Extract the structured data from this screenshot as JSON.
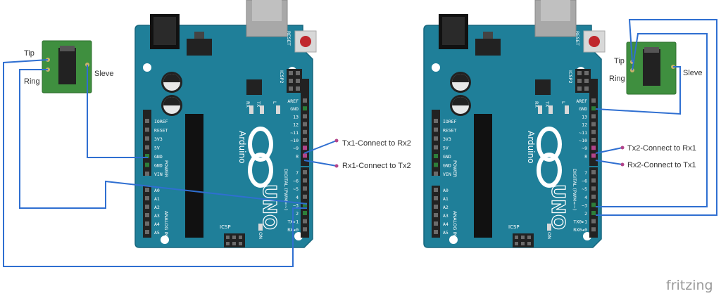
{
  "colors": {
    "board": "#1f7f99",
    "board_dark": "#17677e",
    "wire": "#2f6fd1",
    "jack": "#3f8f3f",
    "header": "#222222",
    "reset": "#c0272d"
  },
  "boards": [
    {
      "model": "UNO",
      "brand": "Arduino",
      "reset_label": "RESET",
      "icsp_label": "ICSP",
      "icsp2_label": "ICSP2",
      "on_label": "ON",
      "aref": "AREF",
      "gnd": "GND",
      "digital_label": "DIGITAL (PWM=~)",
      "power_label": "POWER",
      "analog_label": "ANALOG IN",
      "power_pins": [
        "IOREF",
        "RESET",
        "3V3",
        "5V",
        "GND",
        "GND",
        "VIN"
      ],
      "analog_pins": [
        "A0",
        "A1",
        "A2",
        "A3",
        "A4",
        "A5"
      ],
      "digital_pins_top": [
        "13",
        "12",
        "~11",
        "~10",
        "~9",
        "8"
      ],
      "digital_pins_bottom": [
        "7",
        "~6",
        "~5",
        "4",
        "~3",
        "2",
        "TX▸1",
        "RX◂0"
      ],
      "leds": [
        "RX",
        "TX",
        "L"
      ],
      "jack": {
        "tip": "Tip",
        "ring": "Ring",
        "sleeve": "Sleve"
      },
      "annotations": [
        "Tx1-Connect to Rx2",
        "Rx1-Connect to Tx2"
      ]
    },
    {
      "model": "UNO",
      "brand": "Arduino",
      "reset_label": "RESET",
      "icsp_label": "ICSP",
      "icsp2_label": "ICSP2",
      "on_label": "ON",
      "aref": "AREF",
      "gnd": "GND",
      "digital_label": "DIGITAL (PWM=~)",
      "power_label": "POWER",
      "analog_label": "ANALOG IN",
      "power_pins": [
        "IOREF",
        "RESET",
        "3V3",
        "5V",
        "GND",
        "GND",
        "VIN"
      ],
      "analog_pins": [
        "A0",
        "A1",
        "A2",
        "A3",
        "A4",
        "A5"
      ],
      "digital_pins_top": [
        "13",
        "12",
        "~11",
        "~10",
        "~9",
        "8"
      ],
      "digital_pins_bottom": [
        "7",
        "~6",
        "~5",
        "4",
        "~3",
        "2",
        "TX0▸1",
        "RX0◂0"
      ],
      "leds": [
        "RX",
        "TX",
        "L"
      ],
      "jack": {
        "tip": "Tip",
        "ring": "Ring",
        "sleeve": "Sleve"
      },
      "annotations": [
        "Tx2-Connect to Rx1",
        "Rx2-Connect to Tx1"
      ]
    }
  ],
  "watermark": "fritzing"
}
